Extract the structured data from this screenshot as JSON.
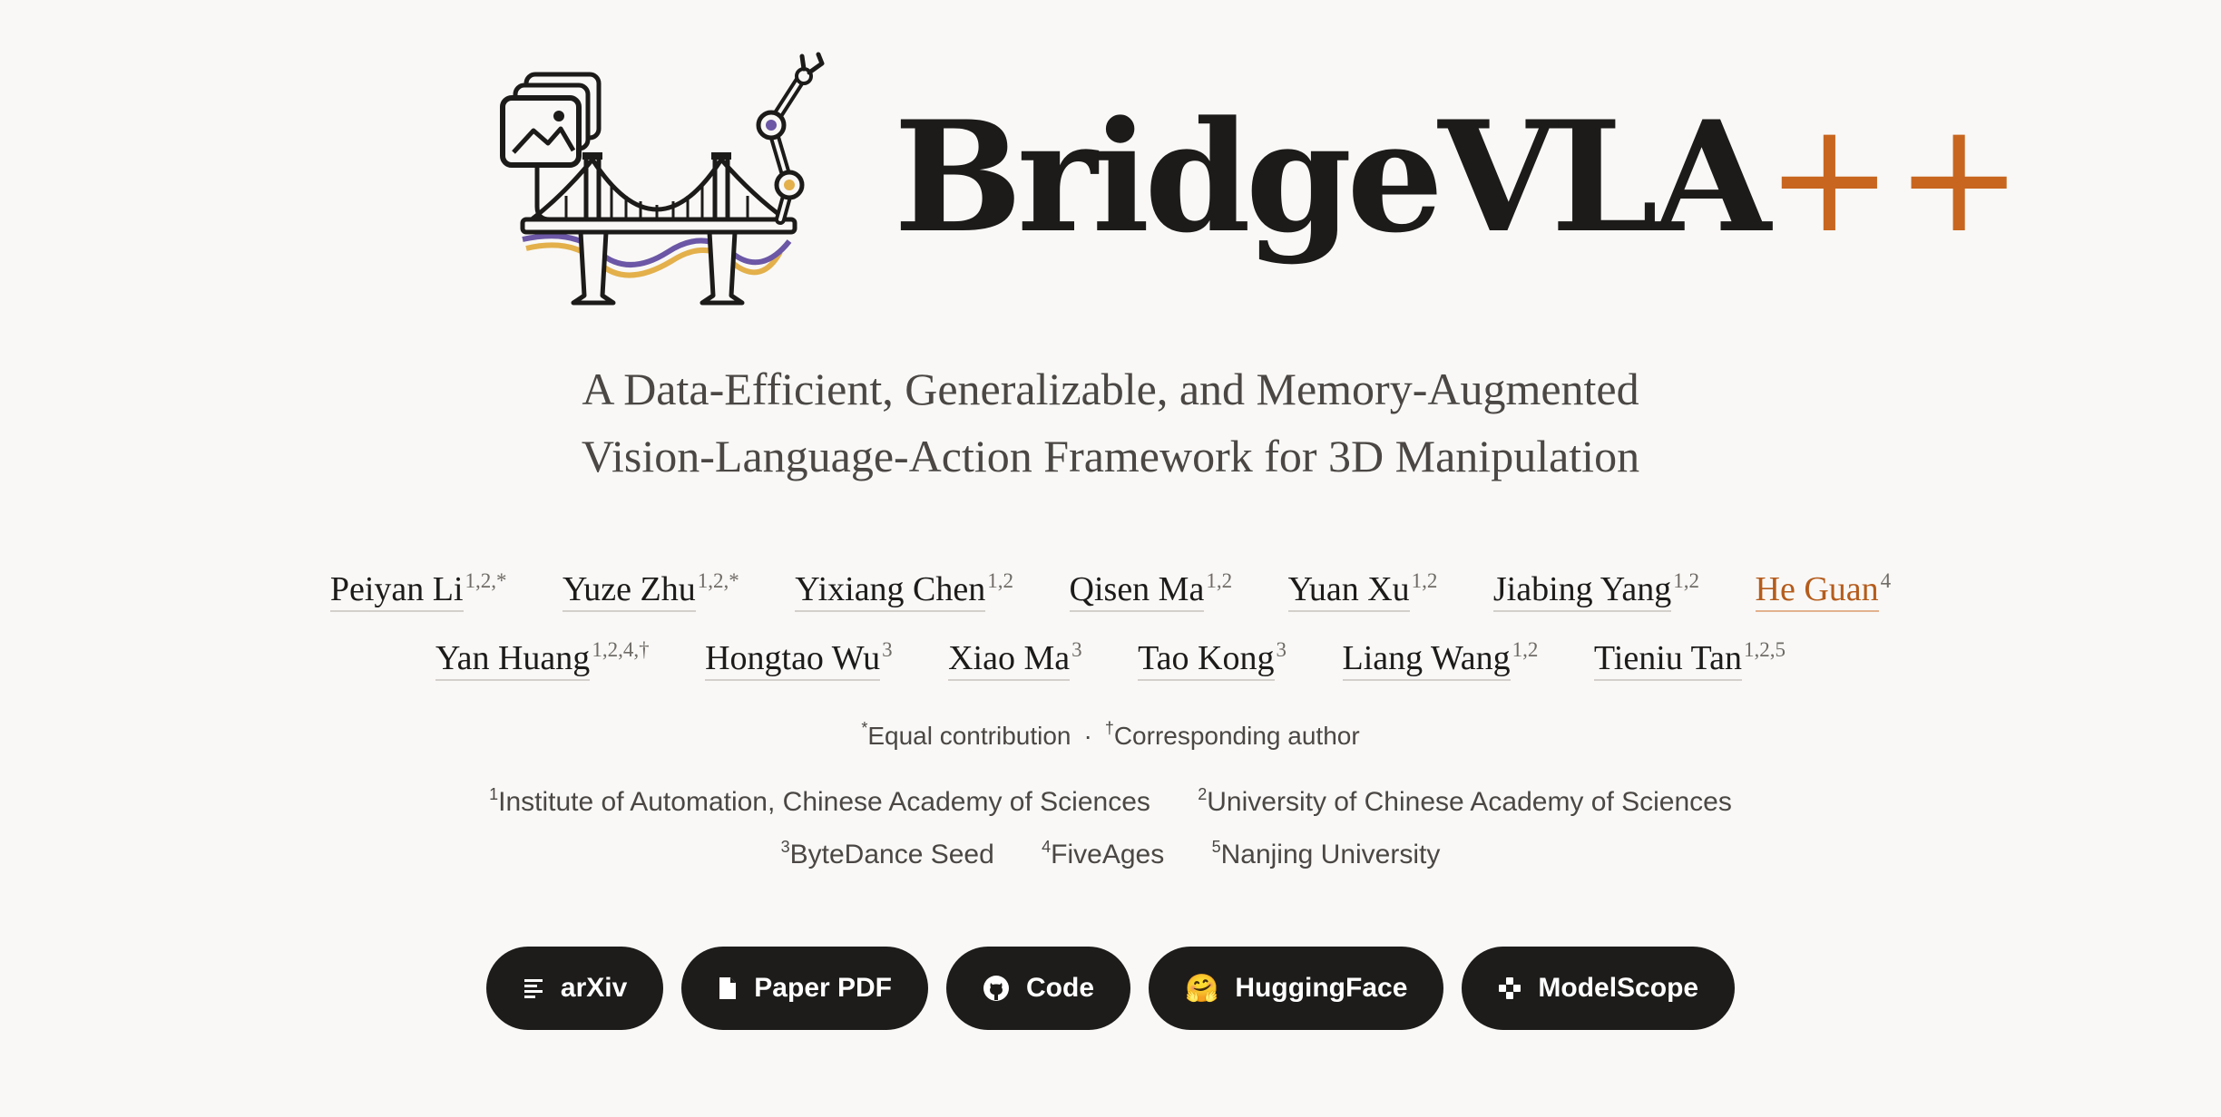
{
  "title": {
    "main": "BridgeVLA",
    "accent": "++"
  },
  "subtitle": {
    "line1": "A Data-Efficient, Generalizable, and Memory-Augmented",
    "line2": "Vision-Language-Action Framework for 3D Manipulation"
  },
  "authors": [
    {
      "name": "Peiyan Li",
      "sup": "1,2,*"
    },
    {
      "name": "Yuze Zhu",
      "sup": "1,2,*"
    },
    {
      "name": "Yixiang Chen",
      "sup": "1,2"
    },
    {
      "name": "Qisen Ma",
      "sup": "1,2"
    },
    {
      "name": "Yuan Xu",
      "sup": "1,2"
    },
    {
      "name": "Jiabing Yang",
      "sup": "1,2"
    },
    {
      "name": "He Guan",
      "sup": "4"
    },
    {
      "name": "Yan Huang",
      "sup": "1,2,4,†"
    },
    {
      "name": "Hongtao Wu",
      "sup": "3"
    },
    {
      "name": "Xiao Ma",
      "sup": "3"
    },
    {
      "name": "Tao Kong",
      "sup": "3"
    },
    {
      "name": "Liang Wang",
      "sup": "1,2"
    },
    {
      "name": "Tieniu Tan",
      "sup": "1,2,5"
    }
  ],
  "notes": {
    "equal_mark": "*",
    "equal": "Equal contribution",
    "separator": "·",
    "corr_mark": "†",
    "corr": "Corresponding author"
  },
  "affiliations": [
    {
      "num": "1",
      "name": "Institute of Automation, Chinese Academy of Sciences"
    },
    {
      "num": "2",
      "name": "University of Chinese Academy of Sciences"
    },
    {
      "num": "3",
      "name": "ByteDance Seed"
    },
    {
      "num": "4",
      "name": "FiveAges"
    },
    {
      "num": "5",
      "name": "Nanjing University"
    }
  ],
  "buttons": [
    {
      "label": "arXiv",
      "icon": "lines-icon"
    },
    {
      "label": "Paper PDF",
      "icon": "document-icon"
    },
    {
      "label": "Code",
      "icon": "github-icon"
    },
    {
      "label": "HuggingFace",
      "icon": "hugging-face-icon",
      "glyph": "🤗"
    },
    {
      "label": "ModelScope",
      "icon": "modelscope-icon"
    }
  ],
  "colors": {
    "accent": "#c8661f",
    "button_bg": "#1e1c1a",
    "background": "#f9f8f6"
  }
}
